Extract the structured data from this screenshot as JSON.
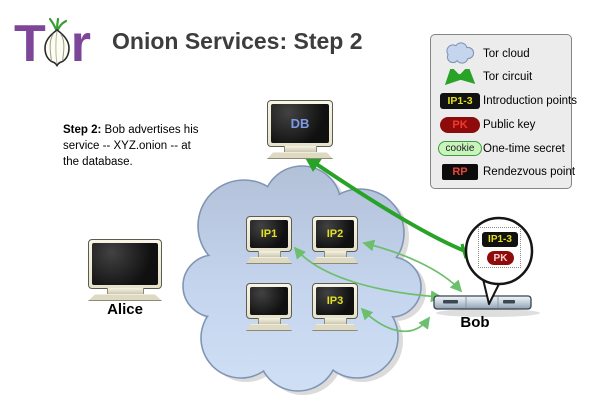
{
  "header": {
    "logo_t": "T",
    "logo_r": "r",
    "title": "Onion Services: Step 2"
  },
  "step_note": {
    "label": "Step 2:",
    "text": " Bob advertises his service -- XYZ.onion -- at the database."
  },
  "legend": {
    "items": [
      {
        "icon": "tor-cloud-icon",
        "label": "Tor cloud"
      },
      {
        "icon": "tor-circuit-icon",
        "label": "Tor circuit"
      },
      {
        "icon": "ip-badge",
        "badge": "IP1-3",
        "label": "Introduction points"
      },
      {
        "icon": "pk-badge",
        "badge": "PK",
        "label": "Public key"
      },
      {
        "icon": "cookie-badge",
        "badge": "cookie",
        "label": "One-time secret"
      },
      {
        "icon": "rp-badge",
        "badge": "RP",
        "label": "Rendezvous point"
      }
    ]
  },
  "nodes": {
    "db": {
      "screen": "DB"
    },
    "ip1": {
      "screen": "IP1"
    },
    "ip2": {
      "screen": "IP2"
    },
    "ip3": {
      "screen": "IP3"
    },
    "blank": {
      "screen": ""
    },
    "alice": {
      "label": "Alice"
    },
    "bob": {
      "label": "Bob"
    },
    "bubble": {
      "badge_ip": "IP1-3",
      "badge_pk": "PK"
    }
  },
  "accents": {
    "tor_purple": "#7d4698",
    "circuit_green_thick": "#28a328",
    "circuit_green_thin": "#6cbf6c",
    "cloud_fill_top": "#b2c0d8",
    "cloud_fill_bottom": "#cfdff5",
    "ip_badge_yellow": "#e3e020",
    "pk_badge_red": "#8e0b0b"
  }
}
